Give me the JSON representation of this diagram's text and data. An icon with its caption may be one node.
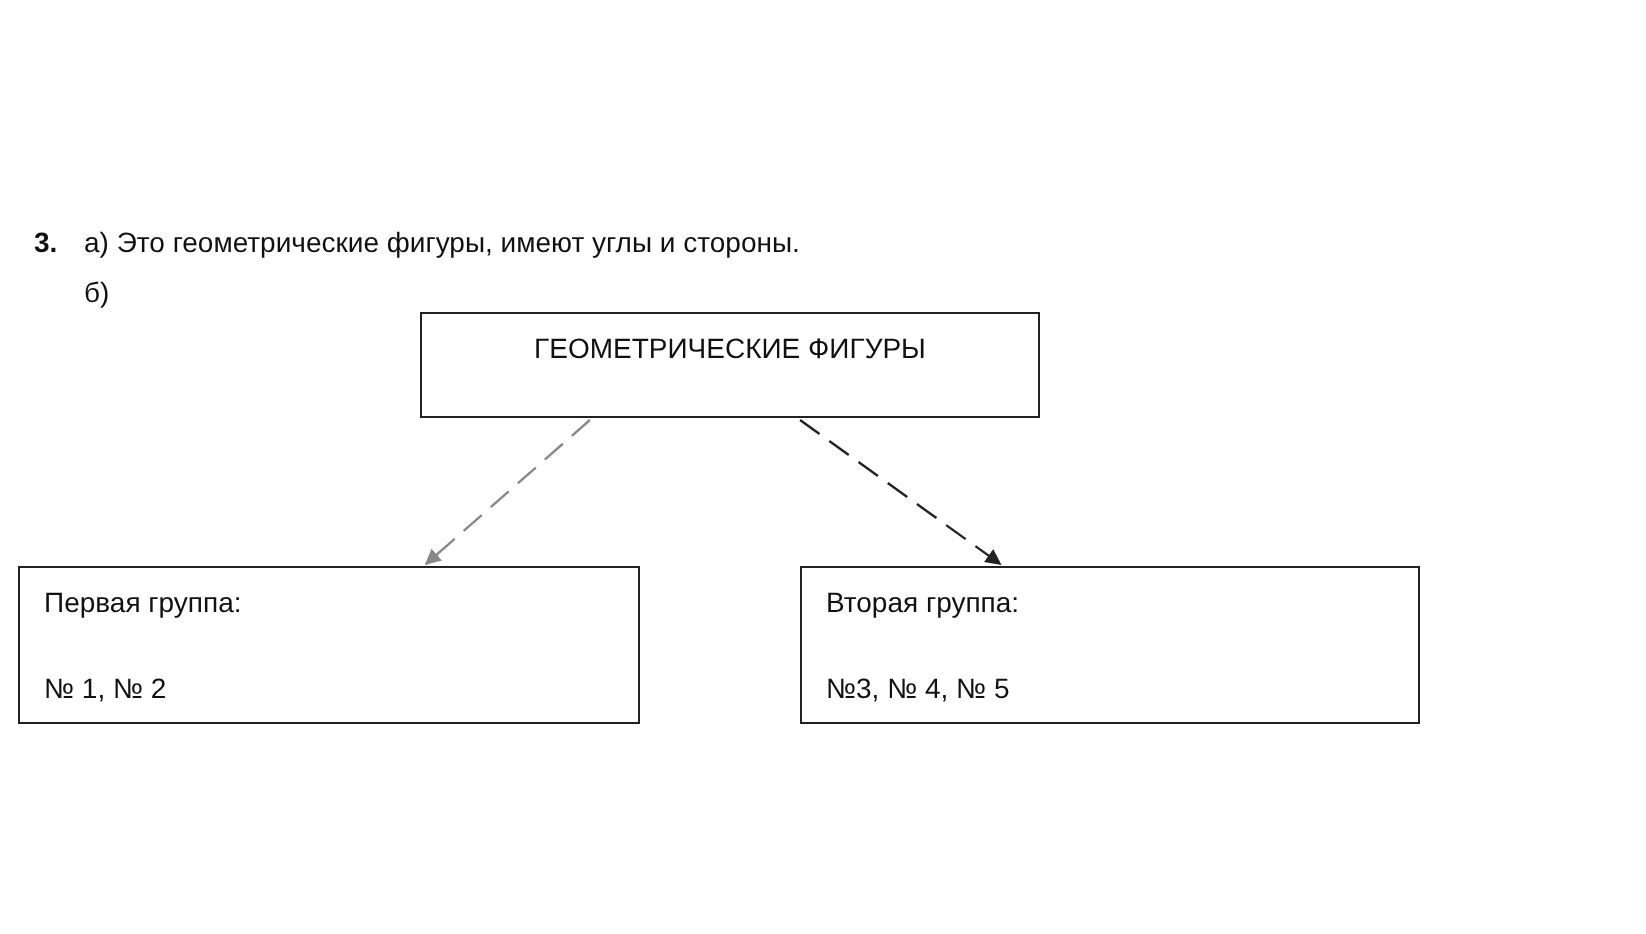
{
  "diagram": {
    "nodes": [
      {
        "text": [
          "ГЕОМЕТРИЧЕСКИЕ ФИГУРЫ"
        ]
      },
      {
        "text": [
          "Первая группа:",
          "№ 1, № 2"
        ]
      },
      {
        "text": [
          "Вторая группа:",
          "№3, № 4, № 5"
        ]
      }
    ],
    "edges": [
      {
        "from": 0,
        "to": 1,
        "arrow": "to",
        "style": "dashed",
        "color": "#888888"
      },
      {
        "from": 0,
        "to": 2,
        "arrow": "to",
        "style": "dashed",
        "color": "#222222"
      }
    ],
    "labels": [
      "3.",
      "а) Это геометрические фигуры, имеют углы и стороны.",
      "б)"
    ]
  }
}
